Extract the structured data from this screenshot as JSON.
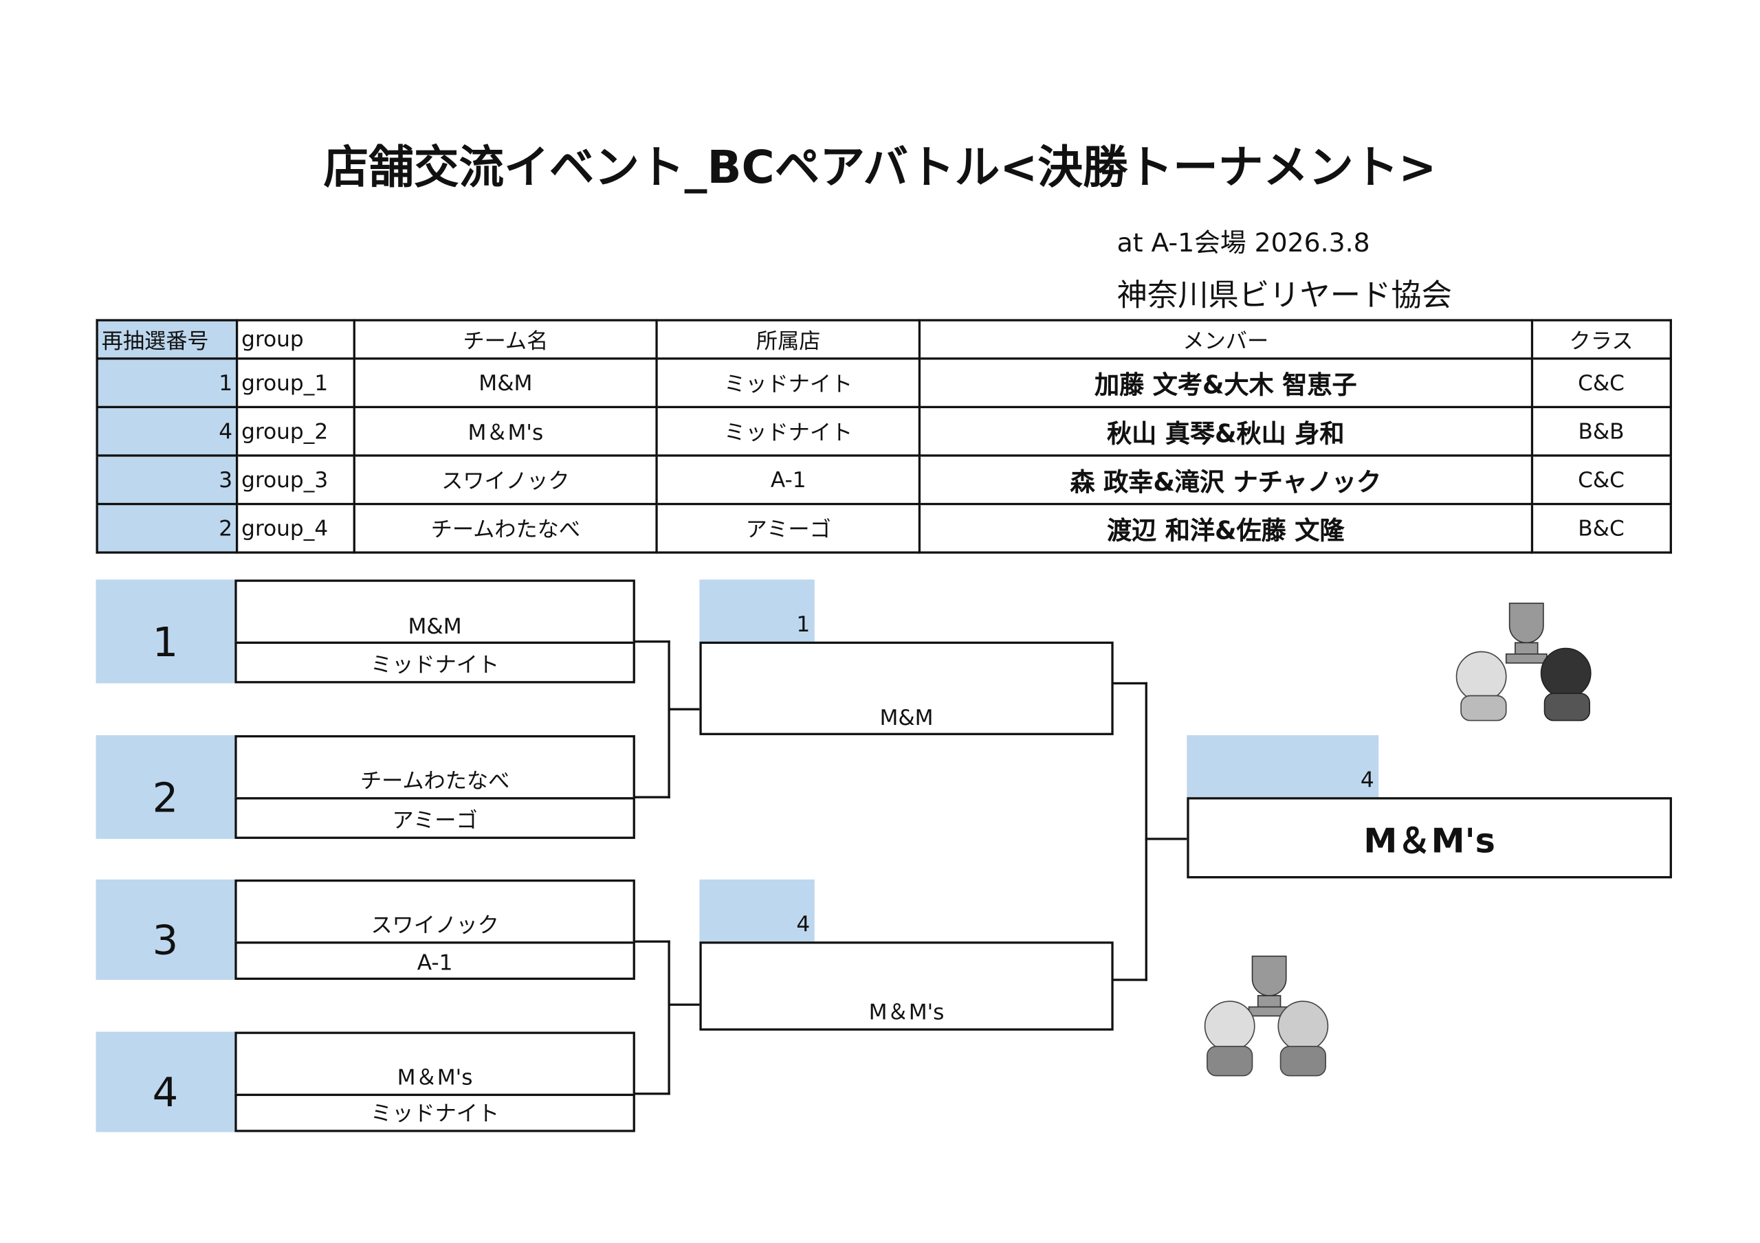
{
  "title": "店舗交流イベント_BCペアバトル<決勝トーナメント>",
  "venue": "at A-1会場 2026.3.8",
  "organizer": "神奈川県ビリヤード協会",
  "table": {
    "headers": [
      "再抽選番号",
      "group",
      "チーム名",
      "所属店",
      "メンバー",
      "クラス"
    ],
    "rows": [
      {
        "draw": "1",
        "group": "group_1",
        "team": "M&M",
        "shop": "ミッドナイト",
        "members": "加藤 文考&大木 智恵子",
        "class": "C&C"
      },
      {
        "draw": "4",
        "group": "group_2",
        "team": "M＆M's",
        "shop": "ミッドナイト",
        "members": "秋山 真琴&秋山 身和",
        "class": "B&B"
      },
      {
        "draw": "3",
        "group": "group_3",
        "team": "スワイノック",
        "shop": "A-1",
        "members": "森 政幸&滝沢 ナチャノック",
        "class": "C&C"
      },
      {
        "draw": "2",
        "group": "group_4",
        "team": "チームわたなべ",
        "shop": "アミーゴ",
        "members": "渡辺 和洋&佐藤 文隆",
        "class": "B&C"
      }
    ]
  },
  "bracket": {
    "seeds": [
      {
        "seed": "1",
        "team": "M&M",
        "shop": "ミッドナイト"
      },
      {
        "seed": "2",
        "team": "チームわたなべ",
        "shop": "アミーゴ"
      },
      {
        "seed": "3",
        "team": "スワイノック",
        "shop": "A-1"
      },
      {
        "seed": "4",
        "team": "M＆M's",
        "shop": "ミッドナイト"
      }
    ],
    "semis": [
      {
        "label": "1",
        "team": "M&M"
      },
      {
        "label": "4",
        "team": "M＆M's"
      }
    ],
    "final": {
      "label": "4",
      "team": "M＆M's"
    }
  },
  "colors": {
    "seed_fill": "#bdd7ee"
  }
}
